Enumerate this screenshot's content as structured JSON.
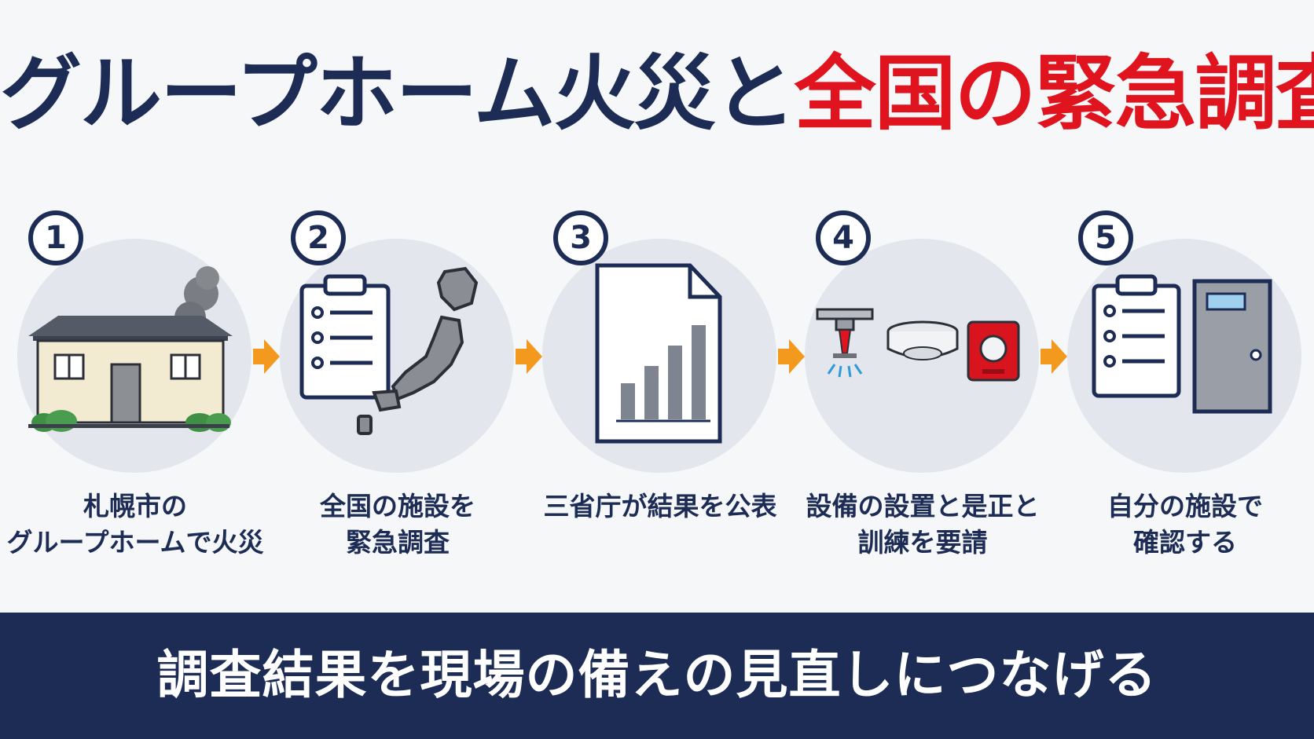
{
  "title": {
    "part1": "グループホーム火災と",
    "part2": "全国の緊急調査"
  },
  "steps": [
    {
      "number": "1",
      "caption_lines": [
        "札幌市の",
        "グループホームで火災"
      ],
      "icon": "house-fire-icon"
    },
    {
      "number": "2",
      "caption_lines": [
        "全国の施設を",
        "緊急調査"
      ],
      "icon": "clipboard-japan-map-icon"
    },
    {
      "number": "3",
      "caption_lines": [
        "三省庁が結果を公表"
      ],
      "icon": "report-bar-chart-icon"
    },
    {
      "number": "4",
      "caption_lines": [
        "設備の設置と是正と",
        "訓練を要請"
      ],
      "icon": "fire-equipment-icon"
    },
    {
      "number": "5",
      "caption_lines": [
        "自分の施設で",
        "確認する"
      ],
      "icon": "clipboard-door-icon"
    }
  ],
  "banner": {
    "text": "調査結果を現場の備えの見直しにつなげる"
  },
  "colors": {
    "navy": "#1c2c55",
    "red": "#e0141e",
    "orange_arrow": "#f39a1e",
    "circle_bg": "#e3e6ec"
  }
}
